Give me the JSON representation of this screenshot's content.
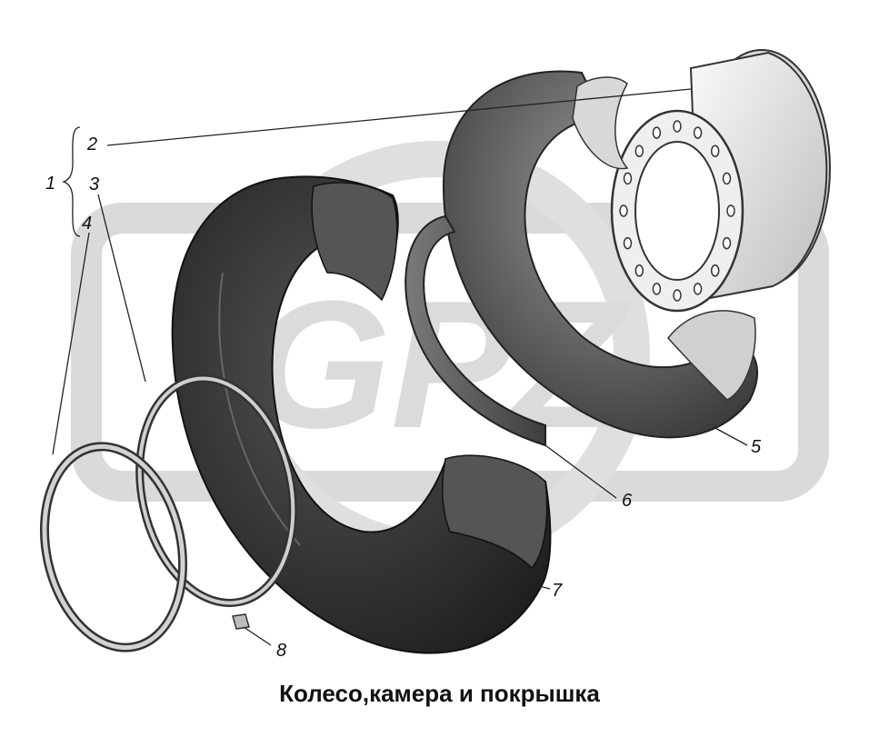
{
  "caption": "Колесо,камера и покрышка",
  "callouts": {
    "n1": "1",
    "n2": "2",
    "n3": "3",
    "n4": "4",
    "n5": "5",
    "n6": "6",
    "n7": "7",
    "n8": "8"
  },
  "watermark": {
    "text": "GPZ"
  },
  "colors": {
    "tire": "#3a3a3a",
    "tube": "#6c6c6c",
    "rim": "#e6e6e6",
    "watermark": "#cfcfcf",
    "line": "#222222"
  }
}
